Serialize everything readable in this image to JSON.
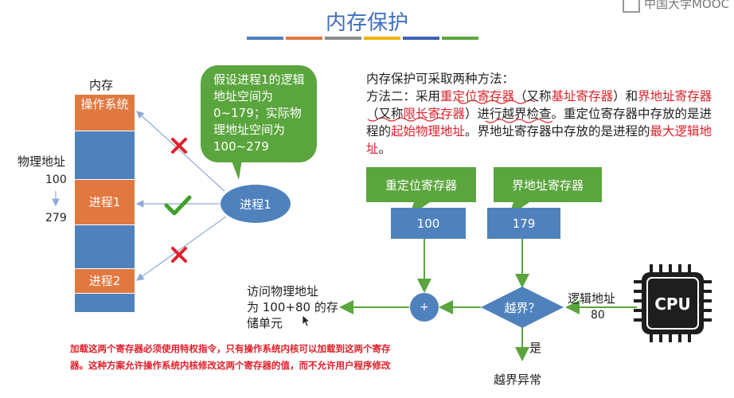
{
  "header": {
    "title": "内存保护",
    "brand": "中国大学MOOC"
  },
  "stripes": [
    "#4f81bd",
    "#e07840",
    "#8c8c8c",
    "#f0b400",
    "#3f61b3",
    "#5aa53d"
  ],
  "memory": {
    "label": "内存",
    "os_block": "操作系统",
    "proc1_block": "进程1",
    "proc2_block": "进程2",
    "phys_addr_label": "物理地址",
    "phys_start": "100",
    "phys_end": "279"
  },
  "callout": {
    "text": "假设进程1的逻辑地址空间为 0~179；实际物理地址空间为 100~279"
  },
  "process": {
    "label": "进程1"
  },
  "method": {
    "line1": "内存保护可采取两种方法：",
    "p1": "方法二：采用",
    "reloc": "重定位寄存器",
    "p2": "（又称",
    "base": "基址寄存器",
    "p3": "）和",
    "limit": "界地址寄存器",
    "p4": "（又称",
    "limitlen": "限长寄存器",
    "p5": "）进行越界检查。重定位寄存器中存放的是进程的",
    "start_addr": "起始物理地址",
    "p6": "。界地址寄存器中存放的是进程的",
    "max_logic": "最大逻辑地址",
    "p7": "。"
  },
  "registers": {
    "reloc_label": "重定位寄存器",
    "reloc_value": "100",
    "limit_label": "界地址寄存器",
    "limit_value": "179"
  },
  "flow": {
    "plus": "+",
    "check": "越界？",
    "yes": "是",
    "exception": "越界异常",
    "logic_addr_label": "逻辑地址",
    "logic_addr_value": "80",
    "access_line1": "访问物理地址",
    "access_line2": "为 100+80 的存",
    "access_line3": "储单元",
    "cpu": "CPU"
  },
  "note": {
    "text": "加载这两个寄存器必须使用特权指令，只有操作系统内核可以加载到这两个寄存器。这种方案允许操作系统内核修改这两个寄存器的值，而不允许用户程序修改"
  },
  "colors": {
    "blue": "#4f81bd",
    "orange": "#e07840",
    "green": "#5aa53d",
    "red": "#d9242c",
    "title": "#3f6fbf"
  }
}
